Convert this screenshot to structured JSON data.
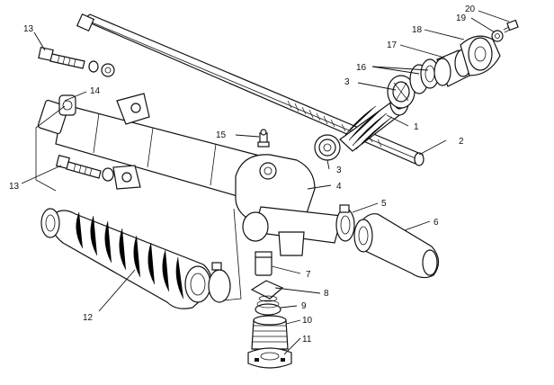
{
  "callouts": [
    {
      "id": "c1",
      "text": "1"
    },
    {
      "id": "c2",
      "text": "2"
    },
    {
      "id": "c3a",
      "text": "3"
    },
    {
      "id": "c3b",
      "text": "3"
    },
    {
      "id": "c4",
      "text": "4"
    },
    {
      "id": "c5",
      "text": "5"
    },
    {
      "id": "c6",
      "text": "6"
    },
    {
      "id": "c7",
      "text": "7"
    },
    {
      "id": "c8",
      "text": "8"
    },
    {
      "id": "c9",
      "text": "9"
    },
    {
      "id": "c10",
      "text": "10"
    },
    {
      "id": "c11",
      "text": "11"
    },
    {
      "id": "c12",
      "text": "12"
    },
    {
      "id": "c13a",
      "text": "13"
    },
    {
      "id": "c13b",
      "text": "13"
    },
    {
      "id": "c14",
      "text": "14"
    },
    {
      "id": "c15",
      "text": "15"
    },
    {
      "id": "c16",
      "text": "16"
    },
    {
      "id": "c17",
      "text": "17"
    },
    {
      "id": "c18",
      "text": "18"
    },
    {
      "id": "c19",
      "text": "19"
    },
    {
      "id": "c20",
      "text": "20"
    }
  ]
}
